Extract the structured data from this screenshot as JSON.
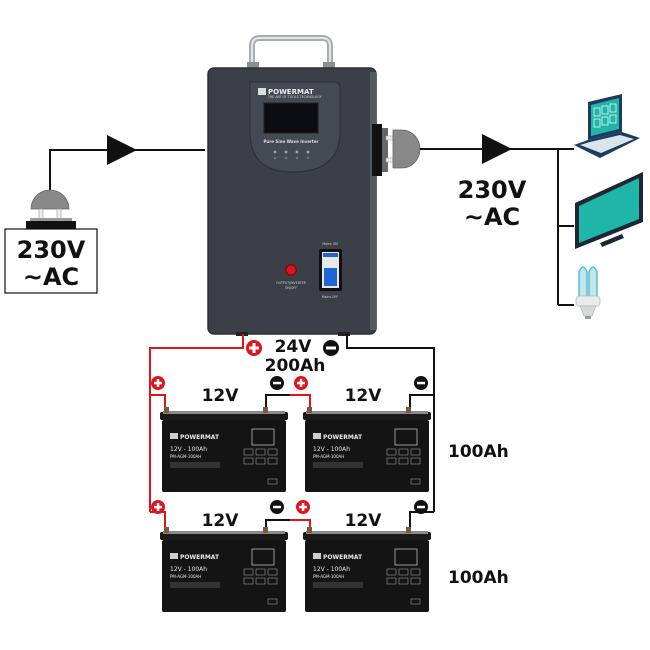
{
  "diagram": {
    "title": "Powermat inverter wiring diagram",
    "input": {
      "voltage": "230V",
      "type": "~AC"
    },
    "output": {
      "voltage": "230V",
      "type": "~AC"
    },
    "inverter": {
      "brand": "POWERMAT",
      "tagline": "THE ART OF TOOLS TECHNOLOGY",
      "model_text": "Pure Sine Wave Inverter",
      "switch_label_1": "OUTPUT/INVERTER",
      "switch_label_2": "ON/OFF",
      "mains_on": "Mains ON",
      "mains_off": "Mains OFF"
    },
    "battery_bank": {
      "voltage": "24V",
      "capacity": "200Ah"
    },
    "batteries": [
      {
        "voltage": "12V",
        "brand": "POWERMAT",
        "spec": "12V - 100Ah",
        "model": "PM-AGM-100AH"
      },
      {
        "voltage": "12V",
        "brand": "POWERMAT",
        "spec": "12V - 100Ah",
        "model": "PM-AGM-100AH"
      },
      {
        "voltage": "12V",
        "brand": "POWERMAT",
        "spec": "12V - 100Ah",
        "model": "PM-AGM-100AH"
      },
      {
        "voltage": "12V",
        "brand": "POWERMAT",
        "spec": "12V - 100Ah",
        "model": "PM-AGM-100AH"
      }
    ],
    "row_capacity_top": "100Ah",
    "row_capacity_bottom": "100Ah",
    "loads": [
      "laptop",
      "tv-monitor",
      "cfl-bulb"
    ],
    "colors": {
      "positive_wire": "#e0141e",
      "negative_wire": "#111111",
      "inverter_body": "#3b4048",
      "device_teal": "#1fb5a8",
      "device_navy": "#1d3a5f"
    }
  }
}
